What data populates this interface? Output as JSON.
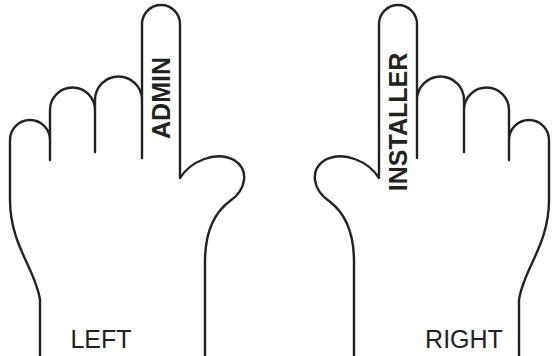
{
  "diagram": {
    "labels": [
      "ADMIN",
      "INSTALLER",
      "LEFT",
      "RIGHT"
    ]
  }
}
